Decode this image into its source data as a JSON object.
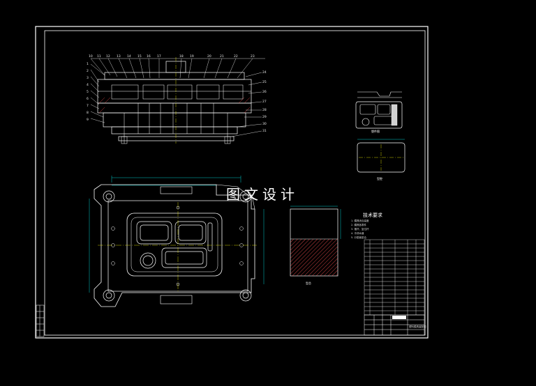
{
  "watermark": "图文设计",
  "technical_requirements": {
    "title": "技术要求",
    "lines": [
      "1. 模具闭合高度",
      "2. 模具各零件",
      "3. 推杆、复位杆",
      "4. 冷却水道",
      "5. 分型面密合"
    ]
  },
  "section_view": {
    "part_numbers_left": [
      "1",
      "2",
      "3",
      "4",
      "5",
      "6",
      "7",
      "8",
      "9"
    ],
    "part_numbers_top": [
      "10",
      "11",
      "12",
      "13",
      "14",
      "15",
      "16",
      "17",
      "18",
      "19",
      "20",
      "21",
      "22",
      "23"
    ],
    "part_numbers_right": [
      "24",
      "25",
      "26",
      "27",
      "28",
      "29",
      "30",
      "31"
    ]
  },
  "detail_captions": {
    "part_view": "塑件图",
    "insert_view": "型腔",
    "block_view": "型芯"
  },
  "title_block": {
    "drawing_name": "塑料模具装配图"
  },
  "colors": {
    "background": "#000000",
    "line": "#ffffff",
    "cyan": "#00ffff",
    "yellow": "#ffff00",
    "hatch_red": "#ff5050"
  }
}
